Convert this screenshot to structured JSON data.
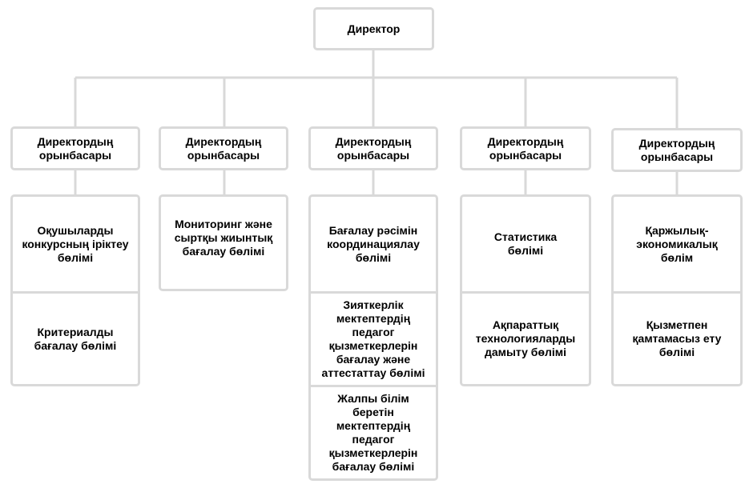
{
  "colors": {
    "line": "#d9d9d9",
    "text": "#000000",
    "background": "#ffffff"
  },
  "director": "Директор",
  "deputies": [
    "Директордың\nорынбасары",
    "Директордың\nорынбасары",
    "Директордың\nорынбасары",
    "Директордың\nорынбасары",
    "Директордың\nорынбасары"
  ],
  "departments": [
    [
      "Оқушыларды\nконкурсның іріктеу\nбөлімі",
      "Критериалды\nбағалау бөлімі"
    ],
    [
      "Мониторинг және\nсыртқы жиынтық\nбағалау бөлімі"
    ],
    [
      "Бағалау рәсімін\nкоординациялау\nбөлімі",
      "Зияткерлік\nмектептердің\nпедагог\nқызметкерлерін\nбағалау және\nаттестаттау бөлімі",
      "Жалпы білім\nберетін\nмектептердің\nпедагог\nқызметкерлерін\nбағалау бөлімі"
    ],
    [
      "Статистика\nбөлімі",
      "Ақпараттық\nтехнологияларды\nдамыту бөлімі"
    ],
    [
      "Қаржылық-\nэкономикалық\nбөлім",
      "Қызметпен\nқамтамасыз ету\nбөлімі"
    ]
  ]
}
